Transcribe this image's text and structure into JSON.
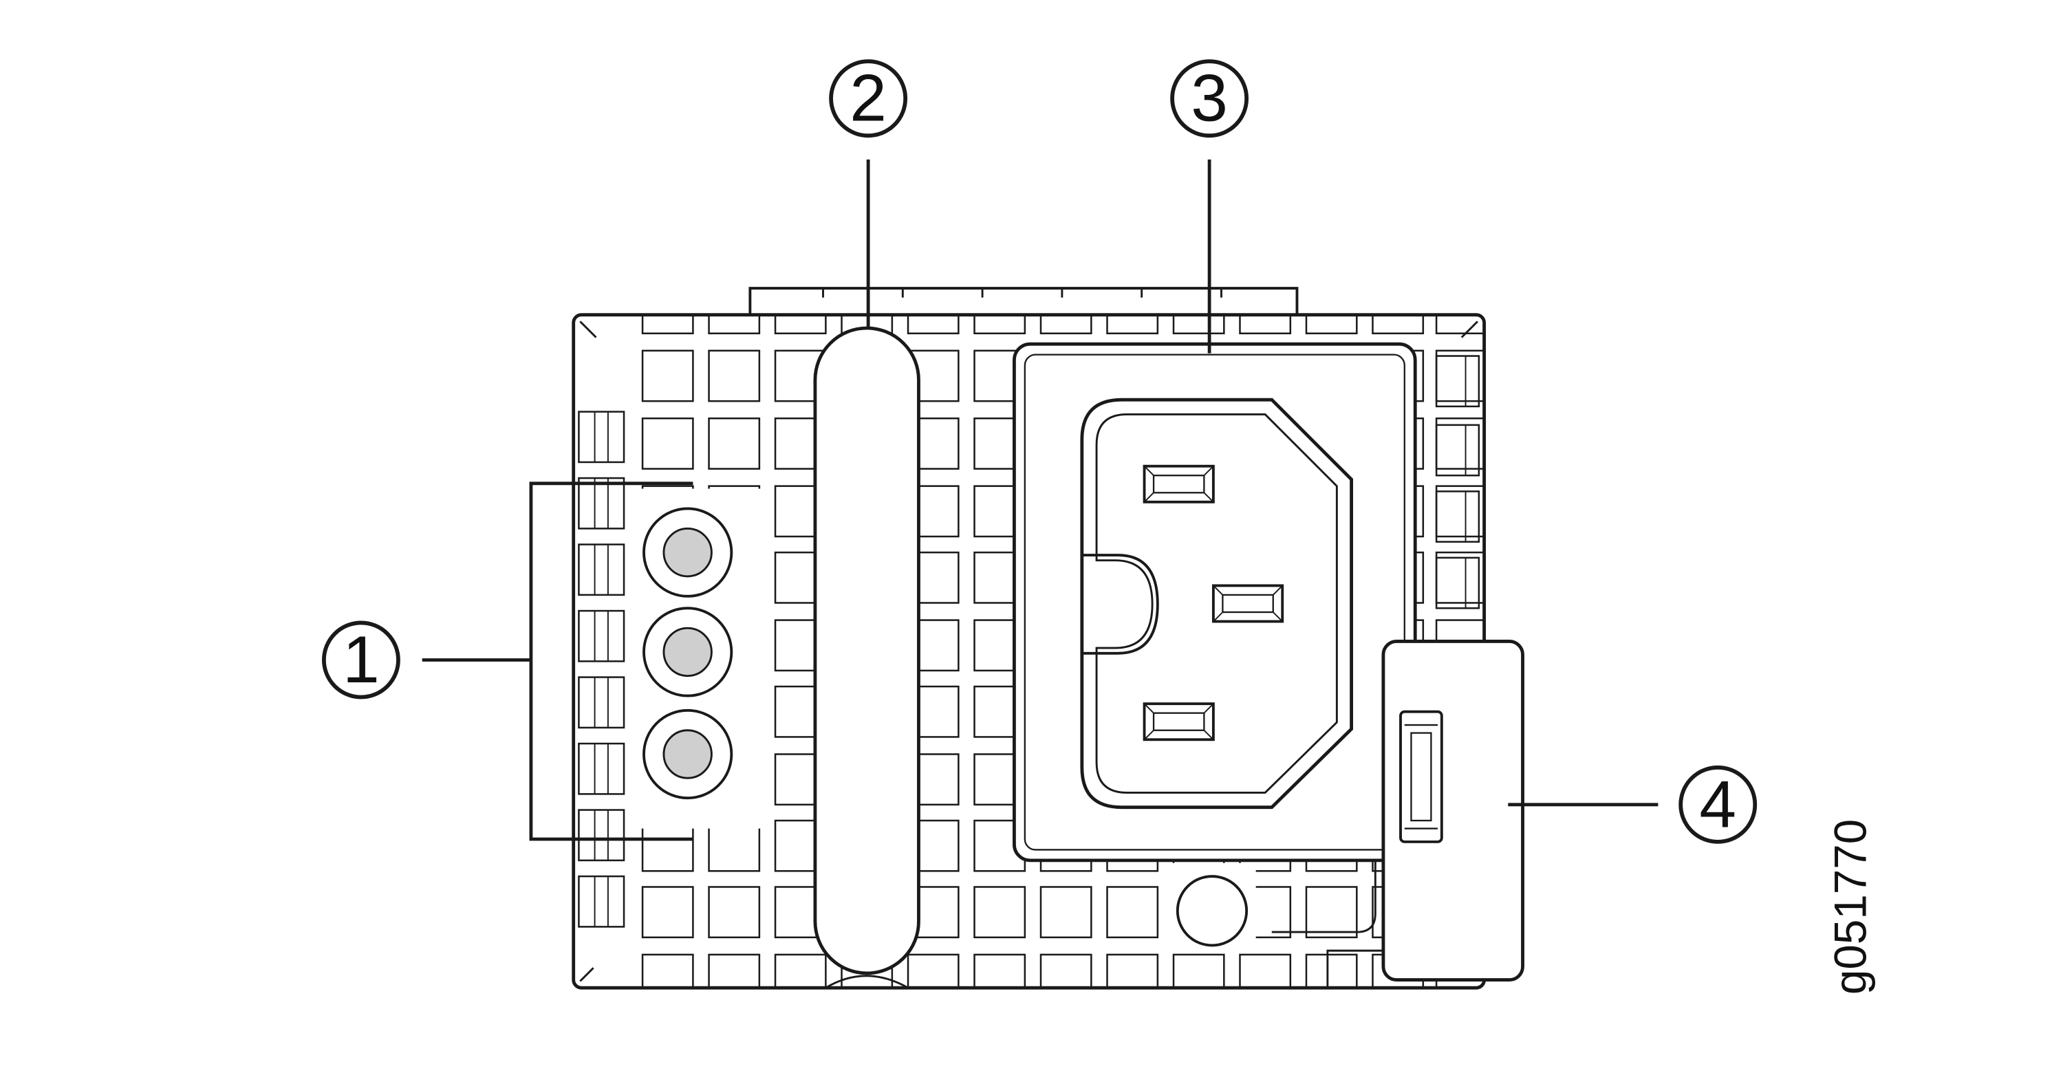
{
  "callouts": [
    {
      "number": "1"
    },
    {
      "number": "2"
    },
    {
      "number": "3"
    },
    {
      "number": "4"
    }
  ],
  "figure_id": "g051770",
  "colors": {
    "line": "#1a1a1a",
    "led_fill": "#cfcfcf",
    "background": "#ffffff"
  }
}
